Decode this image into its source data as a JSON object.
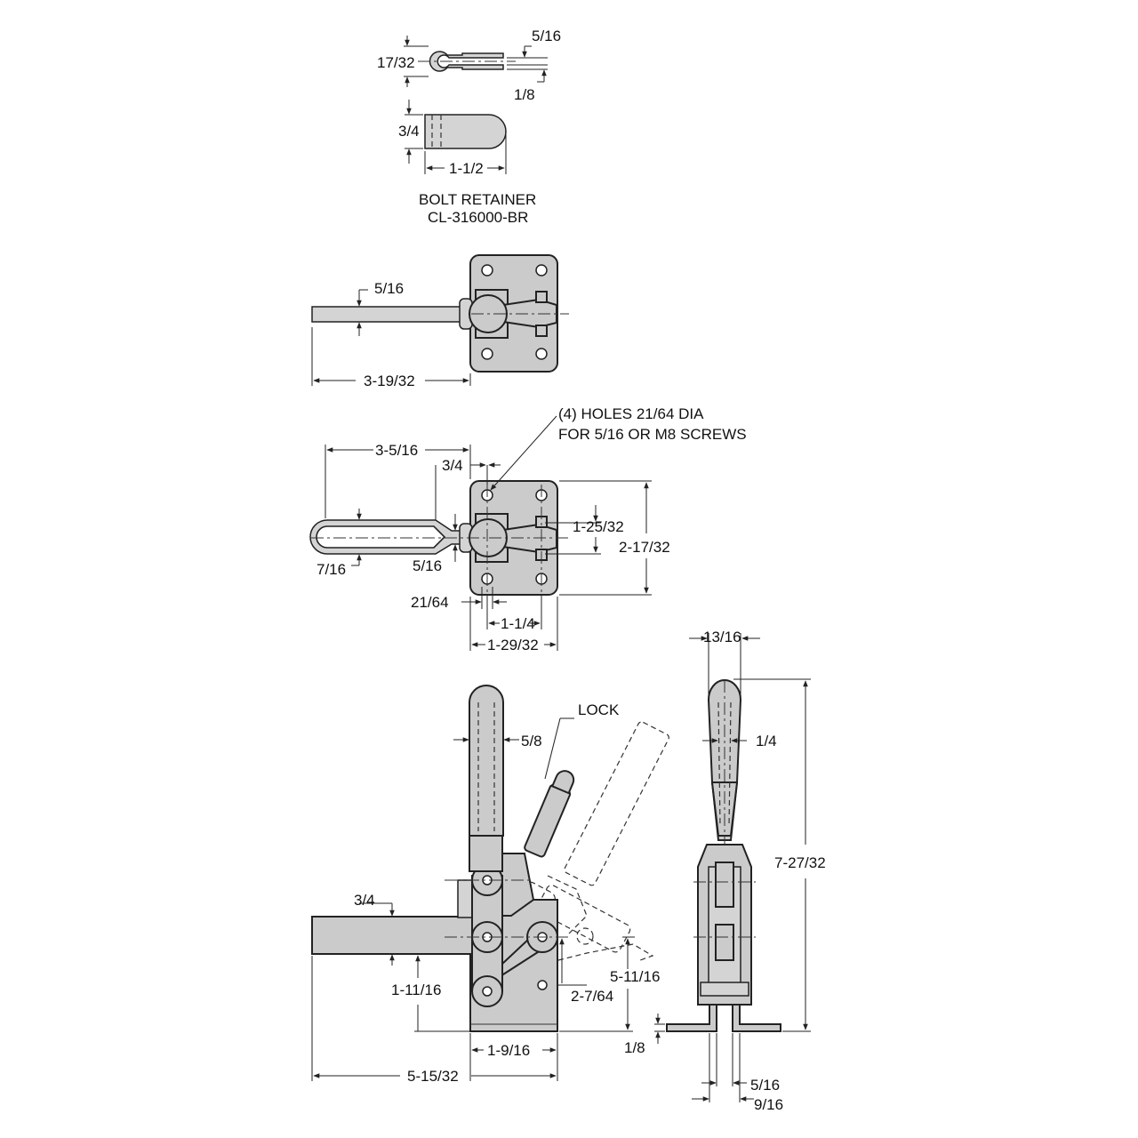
{
  "bolt_retainer": {
    "title": "BOLT RETAINER",
    "part_number": "CL-316000-BR",
    "dims": {
      "width": "17/32",
      "slot_gap": "5/16",
      "thickness": "1/8",
      "height": "3/4",
      "length": "1-1/2"
    }
  },
  "top_view": {
    "dims": {
      "bar_width": "5/16",
      "reach": "3-19/32"
    }
  },
  "plan_view": {
    "note_line1": "(4) HOLES 21/64 DIA",
    "note_line2": "FOR 5/16 OR M8 SCREWS",
    "dims": {
      "spindle_reach": "3-5/16",
      "hole_offset": "3/4",
      "hole_spacing_y": "1-25/32",
      "base_length": "2-17/32",
      "loop_width": "7/16",
      "spindle_dia": "5/16",
      "hole_dia": "21/64",
      "hole_spacing_x": "1-1/4",
      "base_width": "1-29/32"
    }
  },
  "side_view": {
    "lock_label": "LOCK",
    "dims": {
      "handle_width": "5/8",
      "bar_height": "3/4",
      "pivot_height": "1-11/16",
      "open_pivot": "2-7/64",
      "open_height": "5-11/16",
      "base_width": "1-9/16",
      "overall_reach": "5-15/32",
      "base_thickness": "1/8"
    }
  },
  "end_view": {
    "dims": {
      "handle_width": "13/16",
      "handle_thickness": "1/4",
      "overall_height": "7-27/32",
      "flange_thickness": "5/16",
      "flange_spacing": "9/16"
    }
  }
}
